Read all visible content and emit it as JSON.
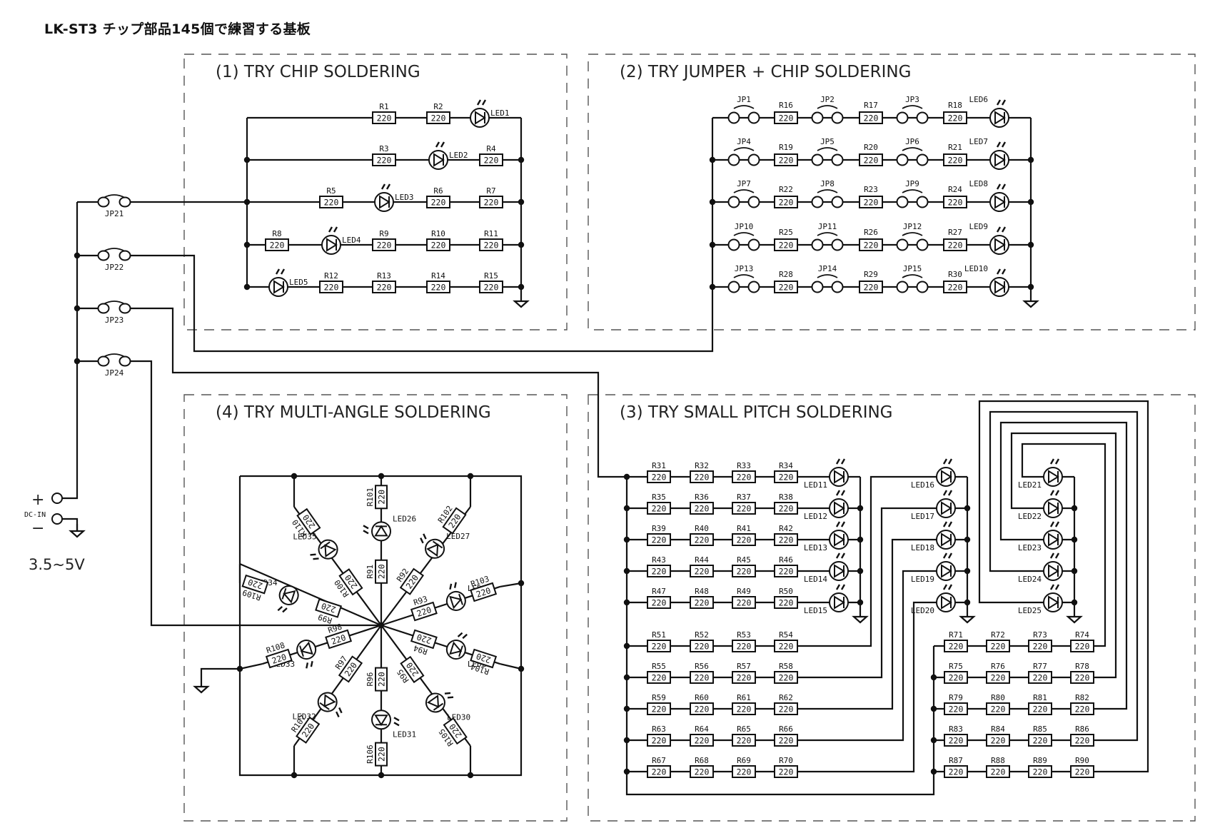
{
  "title": "LK-ST3 チップ部品145個で練習する基板",
  "power": {
    "plus": "+",
    "minus": "−",
    "connector": "DC-IN",
    "voltage": "3.5~5V"
  },
  "jumpers_main": [
    "JP21",
    "JP22",
    "JP23",
    "JP24"
  ],
  "sections": {
    "s1": {
      "title": "(1) TRY CHIP SOLDERING",
      "rows": [
        [
          {
            "t": "R",
            "n": "R1"
          },
          {
            "t": "R",
            "n": "R2"
          },
          {
            "t": "L",
            "n": "LED1"
          }
        ],
        [
          {
            "t": "R",
            "n": "R3"
          },
          {
            "t": "L",
            "n": "LED2"
          },
          {
            "t": "R",
            "n": "R4"
          }
        ],
        [
          {
            "t": "R",
            "n": "R5"
          },
          {
            "t": "L",
            "n": "LED3"
          },
          {
            "t": "R",
            "n": "R6"
          },
          {
            "t": "R",
            "n": "R7"
          }
        ],
        [
          {
            "t": "R",
            "n": "R8"
          },
          {
            "t": "L",
            "n": "LED4"
          },
          {
            "t": "R",
            "n": "R9"
          },
          {
            "t": "R",
            "n": "R10"
          },
          {
            "t": "R",
            "n": "R11"
          }
        ],
        [
          {
            "t": "L",
            "n": "LED5"
          },
          {
            "t": "R",
            "n": "R12"
          },
          {
            "t": "R",
            "n": "R13"
          },
          {
            "t": "R",
            "n": "R14"
          },
          {
            "t": "R",
            "n": "R15"
          }
        ]
      ]
    },
    "s2": {
      "title": "(2) TRY JUMPER + CHIP SOLDERING",
      "rows": [
        [
          {
            "t": "J",
            "n": "JP1"
          },
          {
            "t": "R",
            "n": "R16"
          },
          {
            "t": "J",
            "n": "JP2"
          },
          {
            "t": "R",
            "n": "R17"
          },
          {
            "t": "J",
            "n": "JP3"
          },
          {
            "t": "R",
            "n": "R18"
          },
          {
            "t": "L",
            "n": "LED6"
          }
        ],
        [
          {
            "t": "J",
            "n": "JP4"
          },
          {
            "t": "R",
            "n": "R19"
          },
          {
            "t": "J",
            "n": "JP5"
          },
          {
            "t": "R",
            "n": "R20"
          },
          {
            "t": "J",
            "n": "JP6"
          },
          {
            "t": "R",
            "n": "R21"
          },
          {
            "t": "L",
            "n": "LED7"
          }
        ],
        [
          {
            "t": "J",
            "n": "JP7"
          },
          {
            "t": "R",
            "n": "R22"
          },
          {
            "t": "J",
            "n": "JP8"
          },
          {
            "t": "R",
            "n": "R23"
          },
          {
            "t": "J",
            "n": "JP9"
          },
          {
            "t": "R",
            "n": "R24"
          },
          {
            "t": "L",
            "n": "LED8"
          }
        ],
        [
          {
            "t": "J",
            "n": "JP10"
          },
          {
            "t": "R",
            "n": "R25"
          },
          {
            "t": "J",
            "n": "JP11"
          },
          {
            "t": "R",
            "n": "R26"
          },
          {
            "t": "J",
            "n": "JP12"
          },
          {
            "t": "R",
            "n": "R27"
          },
          {
            "t": "L",
            "n": "LED9"
          }
        ],
        [
          {
            "t": "J",
            "n": "JP13"
          },
          {
            "t": "R",
            "n": "R28"
          },
          {
            "t": "J",
            "n": "JP14"
          },
          {
            "t": "R",
            "n": "R29"
          },
          {
            "t": "J",
            "n": "JP15"
          },
          {
            "t": "R",
            "n": "R30"
          },
          {
            "t": "L",
            "n": "LED10"
          }
        ]
      ]
    },
    "s3": {
      "title": "(3) TRY SMALL PITCH SOLDERING",
      "bank_a": [
        [
          "R31",
          "R32",
          "R33",
          "R34"
        ],
        [
          "R35",
          "R36",
          "R37",
          "R38"
        ],
        [
          "R39",
          "R40",
          "R41",
          "R42"
        ],
        [
          "R43",
          "R44",
          "R45",
          "R46"
        ],
        [
          "R47",
          "R48",
          "R49",
          "R50"
        ]
      ],
      "leds_a": [
        "LED11",
        "LED12",
        "LED13",
        "LED14",
        "LED15"
      ],
      "bank_b": [
        [
          "R51",
          "R52",
          "R53",
          "R54"
        ],
        [
          "R55",
          "R56",
          "R57",
          "R58"
        ],
        [
          "R59",
          "R60",
          "R61",
          "R62"
        ],
        [
          "R63",
          "R64",
          "R65",
          "R66"
        ],
        [
          "R67",
          "R68",
          "R69",
          "R70"
        ]
      ],
      "leds_b": [
        "LED16",
        "LED17",
        "LED18",
        "LED19",
        "LED20"
      ],
      "bank_c": [
        [
          "R71",
          "R72",
          "R73",
          "R74"
        ],
        [
          "R75",
          "R76",
          "R77",
          "R78"
        ],
        [
          "R79",
          "R80",
          "R81",
          "R82"
        ],
        [
          "R83",
          "R84",
          "R85",
          "R86"
        ],
        [
          "R87",
          "R88",
          "R89",
          "R90"
        ]
      ],
      "leds_c": [
        "LED21",
        "LED22",
        "LED23",
        "LED24",
        "LED25"
      ]
    },
    "s4": {
      "title": "(4) TRY MULTI-ANGLE SOLDERING",
      "spokes": [
        {
          "inner": "R91",
          "led": "LED26",
          "outer": "R101"
        },
        {
          "inner": "R92",
          "led": "LED27",
          "outer": "R102"
        },
        {
          "inner": "R93",
          "led": "LED28",
          "outer": "R103"
        },
        {
          "inner": "R94",
          "led": "LED29",
          "outer": "R104"
        },
        {
          "inner": "R95",
          "led": "LED30",
          "outer": "R105"
        },
        {
          "inner": "R96",
          "led": "LED31",
          "outer": "R106"
        },
        {
          "inner": "R97",
          "led": "LED32",
          "outer": "R107"
        },
        {
          "inner": "R98",
          "led": "LED33",
          "outer": "R108"
        },
        {
          "inner": "R99",
          "led": "LED34",
          "outer": "R109"
        },
        {
          "inner": "R100",
          "led": "LED35",
          "outer": "R110"
        }
      ]
    }
  },
  "resistor_value": "220"
}
